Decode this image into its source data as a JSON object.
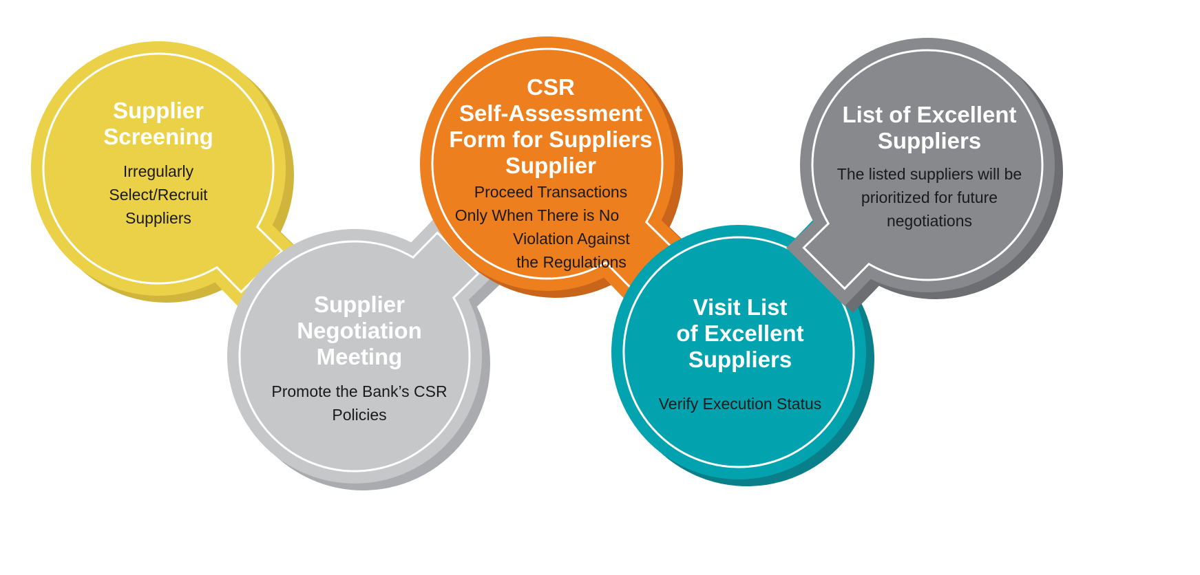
{
  "colors": {
    "yellow": "#EBD147",
    "yellow_dark": "#CFB53B",
    "light_gray": "#C5C7C9",
    "light_gray_dark": "#A9ABAE",
    "orange": "#EE7F1E",
    "orange_dark": "#C9651A",
    "teal": "#02A3AE",
    "teal_dark": "#087F89",
    "gray": "#87898C",
    "gray_dark": "#6C6E71",
    "ring": "#ffffff"
  },
  "steps": [
    {
      "id": "supplier-screening",
      "color": "yellow",
      "title": [
        "Supplier",
        "Screening"
      ],
      "description": [
        "Irregularly",
        "Select/Recruit",
        "Suppliers"
      ]
    },
    {
      "id": "supplier-negotiation-meeting",
      "color": "light_gray",
      "title": [
        "Supplier",
        "Negotiation",
        "Meeting"
      ],
      "description": [
        "Promote the Bank’s CSR",
        "Policies"
      ]
    },
    {
      "id": "csr-self-assessment",
      "color": "orange",
      "title": [
        "CSR",
        "Self-Assessment",
        "Form for Suppliers",
        "Supplier"
      ],
      "description": [
        "Proceed Transactions",
        "Only When There is No",
        "Violation Against",
        "the Regulations"
      ]
    },
    {
      "id": "visit-list-excellent-suppliers",
      "color": "teal",
      "title": [
        "Visit List",
        "of Excellent",
        "Suppliers"
      ],
      "description": [
        "Verify Execution Status"
      ]
    },
    {
      "id": "list-excellent-suppliers",
      "color": "gray",
      "title": [
        "List of Excellent",
        "Suppliers"
      ],
      "description": [
        "The listed suppliers will be",
        "prioritized for future",
        "negotiations"
      ]
    }
  ]
}
